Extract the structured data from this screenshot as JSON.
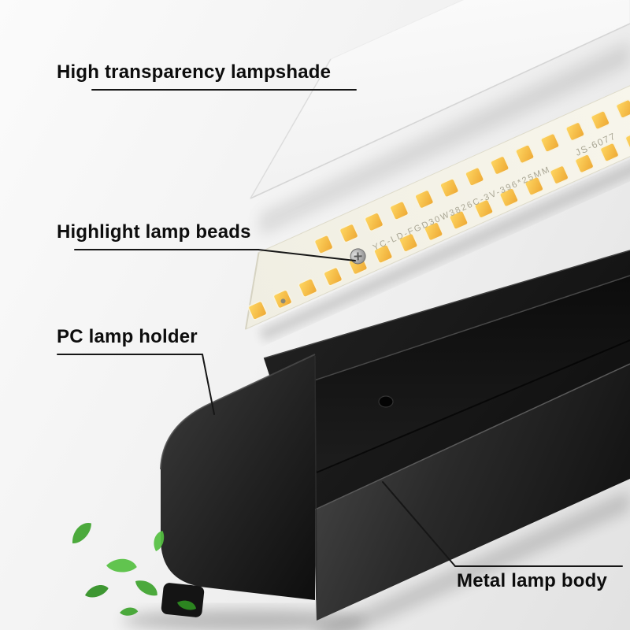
{
  "product_labels": {
    "lampshade": "High transparency lampshade",
    "lamp_beads": "Highlight lamp beads",
    "lamp_holder": "PC lamp holder",
    "lamp_body": "Metal lamp body"
  },
  "led_strip": {
    "model_marking": "YC-LD-FGD30W3826C-3V-396*25MM",
    "serial_marking": "JS-6077",
    "led_rows": {
      "bottom_count": 16,
      "top_count": 14
    }
  },
  "colors": {
    "led_amber_light": "#ffd863",
    "led_amber_dark": "#eda733",
    "led_rim": "#f7f3e2",
    "lamp_black": "#1a1a1a",
    "annotation_line": "#161616",
    "label_text": "#0d0d0d",
    "leaf_green": "#3da32c",
    "leaf_green_light": "#55c041",
    "leaf_green_dark": "#2f8f22"
  }
}
